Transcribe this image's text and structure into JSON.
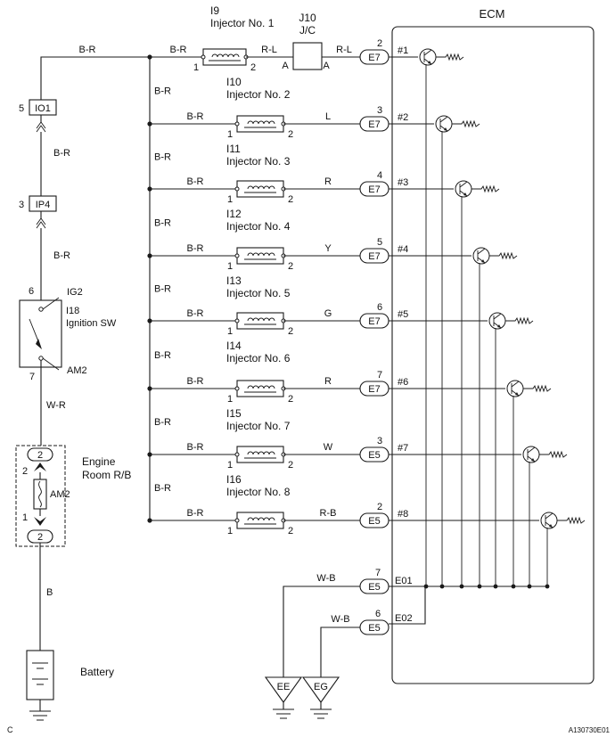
{
  "ecm": {
    "title": "ECM",
    "ground_pins": [
      "E01",
      "E02"
    ]
  },
  "jc": {
    "id": "J10",
    "name": "J/C",
    "pin_in": "A",
    "pin_out": "A"
  },
  "power": {
    "io1": {
      "pin": "5",
      "label": "IO1"
    },
    "ip4": {
      "pin": "3",
      "label": "IP4"
    },
    "wire_top": "B-R",
    "wire_io1_ip4": "B-R",
    "wire_ip4_sw": "B-R",
    "ignition": {
      "id": "I18",
      "name": "Ignition SW",
      "pin_top": "6",
      "pin_bottom": "7",
      "term_top": "IG2",
      "term_bottom": "AM2"
    },
    "wire_sw_rb": "W-R",
    "relay_block": {
      "name_line1": "Engine",
      "name_line2": "Room R/B",
      "fuse": "AM2",
      "pin_top": "2",
      "pin_bottom": "1",
      "conn_top": "2",
      "conn_bottom": "2"
    },
    "wire_rb_batt": "B",
    "battery": "Battery"
  },
  "injectors": [
    {
      "id": "I9",
      "name": "Injector No. 1",
      "out_wire": "R-L",
      "ecm_wire": "R-L",
      "conn": "E7",
      "pin": "2",
      "signal": "#1",
      "pin_left": "1",
      "pin_right": "2",
      "branch_label": "B-R",
      "side_label": ""
    },
    {
      "id": "I10",
      "name": "Injector No. 2",
      "out_wire": "L",
      "conn": "E7",
      "pin": "3",
      "signal": "#2",
      "pin_left": "1",
      "pin_right": "2",
      "branch_label": "B-R",
      "side_label": "B-R"
    },
    {
      "id": "I11",
      "name": "Injector No. 3",
      "out_wire": "R",
      "conn": "E7",
      "pin": "4",
      "signal": "#3",
      "pin_left": "1",
      "pin_right": "2",
      "branch_label": "B-R",
      "side_label": "B-R"
    },
    {
      "id": "I12",
      "name": "Injector No. 4",
      "out_wire": "Y",
      "conn": "E7",
      "pin": "5",
      "signal": "#4",
      "pin_left": "1",
      "pin_right": "2",
      "branch_label": "B-R",
      "side_label": "B-R"
    },
    {
      "id": "I13",
      "name": "Injector No. 5",
      "out_wire": "G",
      "conn": "E7",
      "pin": "6",
      "signal": "#5",
      "pin_left": "1",
      "pin_right": "2",
      "branch_label": "B-R",
      "side_label": "B-R"
    },
    {
      "id": "I14",
      "name": "Injector No. 6",
      "out_wire": "R",
      "conn": "E7",
      "pin": "7",
      "signal": "#6",
      "pin_left": "1",
      "pin_right": "2",
      "branch_label": "B-R",
      "side_label": "B-R"
    },
    {
      "id": "I15",
      "name": "Injector No. 7",
      "out_wire": "W",
      "conn": "E5",
      "pin": "3",
      "signal": "#7",
      "pin_left": "1",
      "pin_right": "2",
      "branch_label": "B-R",
      "side_label": "B-R"
    },
    {
      "id": "I16",
      "name": "Injector No. 8",
      "out_wire": "R-B",
      "conn": "E5",
      "pin": "2",
      "signal": "#8",
      "pin_left": "1",
      "pin_right": "2",
      "branch_label": "B-R",
      "side_label": "B-R"
    }
  ],
  "grounds": [
    {
      "conn": "E5",
      "pin": "7",
      "wire": "W-B",
      "ecm_pin": "E01",
      "ground": "EE"
    },
    {
      "conn": "E5",
      "pin": "6",
      "wire": "W-B",
      "ecm_pin": "E02",
      "ground": "EG"
    }
  ],
  "corner_letter": "C",
  "figure_code": "A130730E01"
}
